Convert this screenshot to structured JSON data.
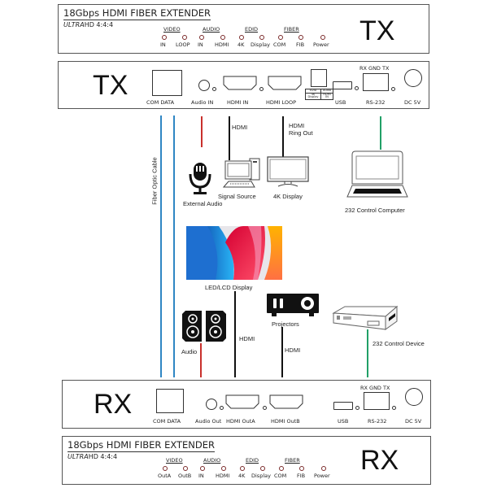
{
  "tx_front_panel": {
    "title": "18Gbps HDMI FIBER EXTENDER",
    "subtitle_italic": "ULTRA",
    "subtitle_rest": "HD 4:4:4",
    "unit_label": "TX",
    "groups": [
      {
        "label": "VIDEO",
        "leds": [
          "IN",
          "LOOP"
        ]
      },
      {
        "label": "AUDIO",
        "leds": [
          "IN",
          "HDMI"
        ]
      },
      {
        "label": "EDID",
        "leds": [
          "4K",
          "Display"
        ]
      },
      {
        "label": "FIBER",
        "leds": [
          "COM",
          "FIB"
        ]
      }
    ],
    "power_label": "Power"
  },
  "tx_port_panel": {
    "unit_label": "TX",
    "ports": {
      "com_data": "COM DATA",
      "audio": "Audio IN",
      "hdmi_1": "HDMI IN",
      "hdmi_2": "HDMI LOOP",
      "usb": "USB",
      "rs232": "RS-232",
      "rs232_pins": "RX GND TX",
      "dc": "DC 5V"
    },
    "dip_table": {
      "col1_head": "EDID",
      "col1_body": "4K Display",
      "col2_head": "Audio",
      "col2_body": "HDMI IN"
    }
  },
  "diagram": {
    "fiber_label": "Fiber Optic Cable",
    "hdmi_label_source": "HDMI",
    "hdmi_ring_out_label": "HDMI Ring Out",
    "external_audio": "External Audio",
    "signal_source": "Signal Source",
    "display_4k": "4K Display",
    "control_computer": "232 Control Computer",
    "led_lcd_display": "LED/LCD Display",
    "audio": "Audio",
    "hdmi_label_display": "HDMI",
    "projectors": "Projectors",
    "hdmi_label_projector": "HDMI",
    "control_device": "232 Control Device",
    "colors": {
      "fiber": "#2f86c4",
      "audio": "#c9302c",
      "hdmi": "#111111",
      "rs232": "#21a067"
    }
  },
  "rx_port_panel": {
    "unit_label": "RX",
    "ports": {
      "com_data": "COM DATA",
      "audio": "Audio Out",
      "hdmi_1": "HDMI OutA",
      "hdmi_2": "HDMI OutB",
      "usb": "USB",
      "rs232": "RS-232",
      "rs232_pins": "RX GND TX",
      "dc": "DC 5V"
    }
  },
  "rx_front_panel": {
    "title": "18Gbps HDMI FIBER EXTENDER",
    "subtitle_italic": "ULTRA",
    "subtitle_rest": "HD 4:4:4",
    "unit_label": "RX",
    "groups": [
      {
        "label": "VIDEO",
        "leds": [
          "OutA",
          "OutB"
        ]
      },
      {
        "label": "AUDIO",
        "leds": [
          "IN",
          "HDMI"
        ]
      },
      {
        "label": "EDID",
        "leds": [
          "4K",
          "Display"
        ]
      },
      {
        "label": "FIBER",
        "leds": [
          "COM",
          "FIB"
        ]
      }
    ],
    "power_label": "Power"
  }
}
